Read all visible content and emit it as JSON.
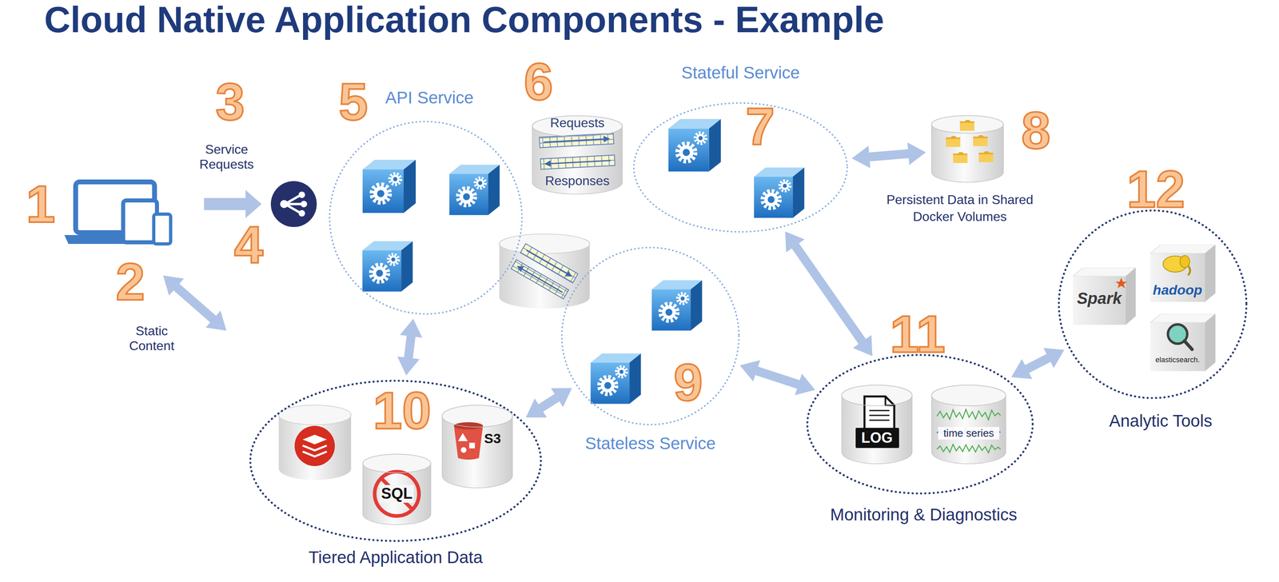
{
  "diagram": {
    "title": "Cloud Native Application Components - Example",
    "nodes": [
      {
        "text": [
          "API Service"
        ]
      },
      {
        "text": [
          "Requests",
          "Responses"
        ]
      },
      {
        "text": [
          "Stateful Service"
        ]
      },
      {
        "text": [
          "Persistent Data in Shared Docker Volumes"
        ]
      },
      {
        "text": [
          "Analytic Tools"
        ]
      },
      {
        "text": [
          "Spark"
        ],
        "in": 4
      },
      {
        "text": [
          "hadoop"
        ],
        "in": 4
      },
      {
        "text": [
          "elasticsearch."
        ],
        "in": 4
      },
      {
        "text": [
          "Stateless Service"
        ]
      },
      {
        "text": [
          "Monitoring & Diagnostics"
        ]
      },
      {
        "text": [
          "LOG"
        ],
        "in": 9
      },
      {
        "text": [
          "time series"
        ],
        "in": 9
      },
      {
        "text": [
          "Tiered Application Data"
        ]
      },
      {
        "text": [
          "SQL"
        ],
        "in": 12
      },
      {
        "text": [
          "S3"
        ],
        "in": 12
      }
    ],
    "edges": [
      {
        "from": 0,
        "to": 12,
        "arrow": "both"
      },
      {
        "from": 2,
        "to": 3,
        "arrow": "both"
      },
      {
        "from": 2,
        "to": 9,
        "arrow": "both"
      },
      {
        "from": 8,
        "to": 12,
        "arrow": "both"
      },
      {
        "from": 8,
        "to": 9,
        "arrow": "both"
      },
      {
        "from": 9,
        "to": 4,
        "arrow": "both"
      }
    ],
    "labels": [
      "1",
      "2",
      "3",
      "4",
      "5",
      "6",
      "7",
      "8",
      "9",
      "10",
      "11",
      "12",
      "Service Requests",
      "Static Content"
    ]
  }
}
